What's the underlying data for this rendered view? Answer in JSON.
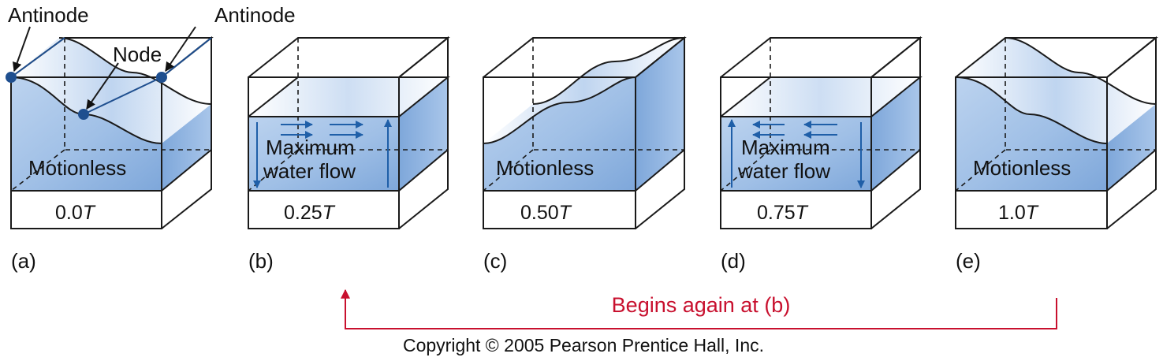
{
  "colors": {
    "water": "#a9c6ea",
    "water_dark": "#7ea7da",
    "arrow": "#1f5fa8",
    "red": "#c8102e",
    "node": "#1f4f8f"
  },
  "annotations": {
    "antinode_left": "Antinode",
    "antinode_right": "Antinode",
    "node": "Node"
  },
  "panels": [
    {
      "time": "0.0T",
      "letter": "(a)",
      "caption": "Motionless"
    },
    {
      "time": "0.25T",
      "letter": "(b)",
      "caption_line1": "Maximum",
      "caption_line2": "water flow"
    },
    {
      "time": "0.50T",
      "letter": "(c)",
      "caption": "Motionless"
    },
    {
      "time": "0.75T",
      "letter": "(d)",
      "caption_line1": "Maximum",
      "caption_line2": "water flow"
    },
    {
      "time": "1.0T",
      "letter": "(e)",
      "caption": "Motionless"
    }
  ],
  "cycle_note": "Begins again at (b)",
  "copyright": "Copyright © 2005 Pearson Prentice Hall, Inc."
}
